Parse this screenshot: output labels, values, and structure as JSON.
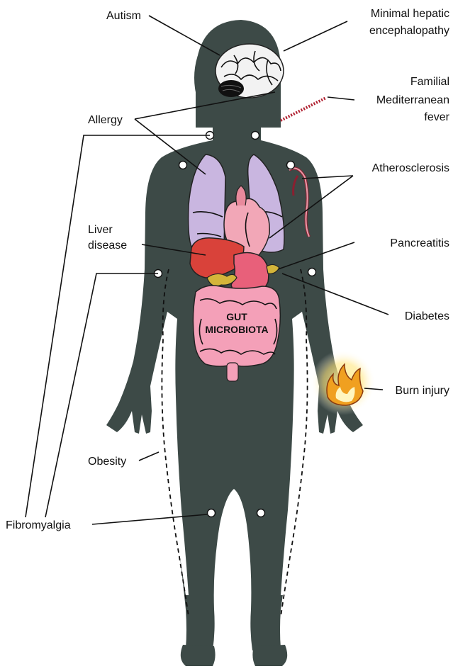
{
  "labels": {
    "autism": "Autism",
    "minimal_hepatic_1": "Minimal hepatic",
    "minimal_hepatic_2": "encephalopathy",
    "fmf_1": "Familial",
    "fmf_2": "Mediterranean",
    "fmf_3": "fever",
    "allergy": "Allergy",
    "atherosclerosis": "Atherosclerosis",
    "liver_1": "Liver",
    "liver_2": "disease",
    "pancreatitis": "Pancreatitis",
    "diabetes": "Diabetes",
    "gut_1": "GUT",
    "gut_2": "MICROBIOTA",
    "burn_injury": "Burn injury",
    "obesity": "Obesity",
    "fibromyalgia": "Fibromyalgia"
  },
  "colors": {
    "body": "#3d4a47",
    "lungs": "#c9b6e0",
    "heart": "#f2a7b7",
    "liver": "#d9423a",
    "stomach": "#e8607a",
    "pancreas": "#d4b53a",
    "intestine": "#f4a0b8",
    "brain": "#f2f2f2",
    "flame": "#f0a020"
  }
}
